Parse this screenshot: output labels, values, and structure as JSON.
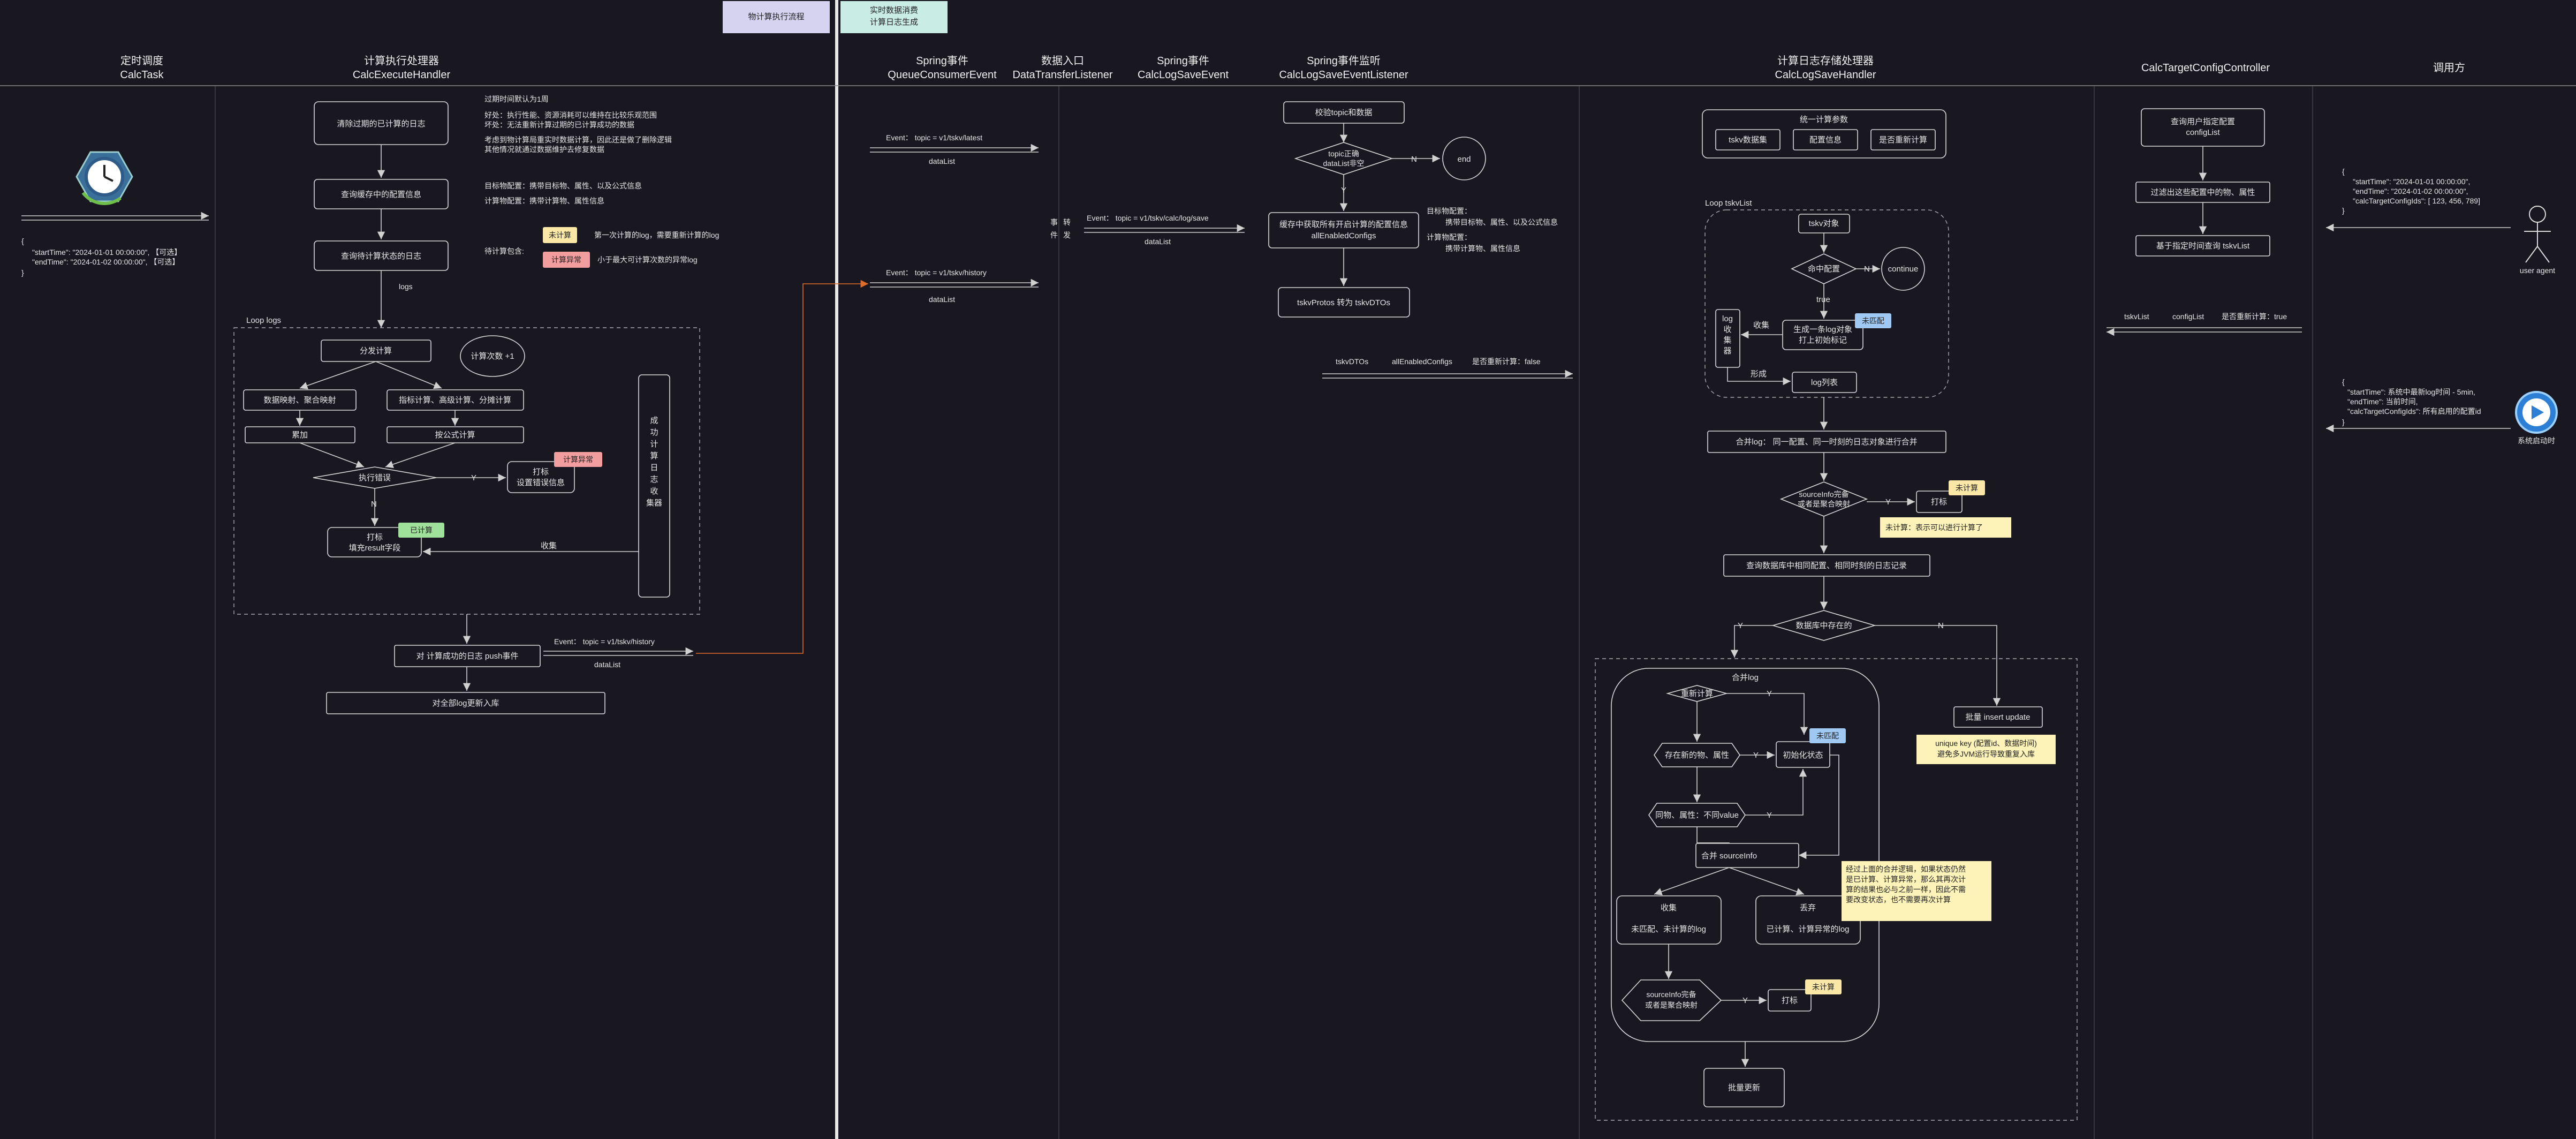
{
  "tags": {
    "calc_flow": "物计算执行流程",
    "realtime_1": "实时数据消费",
    "realtime_2": "计算日志生成"
  },
  "lanes": [
    {
      "cn": "定时调度",
      "en": "CalcTask"
    },
    {
      "cn": "计算执行处理器",
      "en": "CalcExecuteHandler"
    },
    {
      "cn": "Spring事件",
      "en": "QueueConsumerEvent"
    },
    {
      "cn": "数据入口",
      "en": "DataTransferListener"
    },
    {
      "cn": "Spring事件",
      "en": "CalcLogSaveEvent"
    },
    {
      "cn": "Spring事件监听",
      "en": "CalcLogSaveEventListener"
    },
    {
      "cn": "计算日志存储处理器",
      "en": "CalcLogSaveHandler"
    },
    {
      "cn": "",
      "en": "CalcTargetConfigController"
    },
    {
      "cn": "调用方",
      "en": ""
    }
  ],
  "calctask": {
    "params": [
      "{",
      "\"startTime\": \"2024-01-01 00:00:00\",  【可选】",
      "\"endTime\": \"2024-01-02 00:00:00\",  【可选】",
      "}"
    ]
  },
  "handler": {
    "clean_expired": "清除过期的已计算的日志",
    "query_config": "查询缓存中的配置信息",
    "query_pending": "查询待计算状态的日志",
    "logs_label": "logs",
    "notes": [
      "过期时间默认为1周",
      "好处：执行性能、资源消耗可以维持在比较乐观范围",
      "坏处：无法重新计算过期的已计算成功的数据",
      "考虑到物计算局重实时数据计算，因此还是做了删除逻辑",
      "其他情况就通过数据维护去修复数据",
      "目标物配置：携带目标物、属性、以及公式信息",
      "计算物配置：携带计算物、属性信息",
      "待计算包含:",
      "第一次计算的log，需要重新计算的log",
      "小于最大可计算次数的异常log"
    ],
    "badge_uncalc": "未计算",
    "badge_error": "计算异常",
    "badge_done": "已计算",
    "loop_label": "Loop logs",
    "split": "分发计算",
    "count": "计算次数 +1",
    "map_agg": "数据映射、聚合映射",
    "metric_calc": "指标计算、高级计算、分摊计算",
    "accumulate": "累加",
    "formula": "按公式计算",
    "exec_error": "执行错误",
    "yes": "Y",
    "no": "N",
    "mark_error_1": "打标",
    "mark_error_2": "设置错误信息",
    "fill_1": "打标",
    "fill_2": "填充result字段",
    "collector": [
      "成",
      "功",
      "计",
      "算",
      "日",
      "志",
      "收",
      "集器"
    ],
    "collect": "收集",
    "push": "对 计算成功的日志 push事件",
    "event_history": "Event：  topic = v1/tskv/history",
    "datalist": "dataList",
    "batch_update": "对全部log更新入库"
  },
  "consumer": {
    "event_latest": "Event：  topic = v1/tskv/latest",
    "event_history": "Event：  topic = v1/tskv/history",
    "datalist": "dataList"
  },
  "transfer": {
    "chars": [
      "事",
      "转",
      "件",
      "发"
    ],
    "event_save": "Event：  topic = v1/tskv/calc/log/save",
    "datalist": "dataList"
  },
  "listener": {
    "validate": "校验topic和数据",
    "topic_valid_1": "topic正确",
    "topic_valid_2": "dataList非空",
    "no": "N",
    "yes": "Y",
    "end": "end",
    "cache_1": "缓存中获取所有开启计算的配置信息",
    "cache_2": "allEnabledConfigs",
    "note_target_1": "目标物配置：",
    "note_target_2": "携带目标物、属性、以及公式信息",
    "note_calc_1": "计算物配置：",
    "note_calc_2": "携带计算物、属性信息",
    "convert": "tskvProtos 转为 tskvDTOs",
    "dtos": "tskvDTOs",
    "configs": "allEnabledConfigs",
    "recalc": "是否重新计算：false"
  },
  "store": {
    "unified": "统一计算参数",
    "params": [
      "tskv数据集",
      "配置信息",
      "是否重新计算"
    ],
    "loop_label": "Loop tskvList",
    "tskv_obj": "tskv对象",
    "hit": "命中配置",
    "n": "N",
    "y": "Y",
    "continue": "continue",
    "true": "true",
    "gen_1": "生成一条log对象",
    "gen_2": "打上初始标记",
    "badge_unmatched": "未匹配",
    "collector": [
      "log",
      "收",
      "集",
      "器"
    ],
    "collect": "收集",
    "form": "形成",
    "log_list": "log列表",
    "merge": "合并log：  同一配置、同一时刻的日志对象进行合并",
    "source_1": "sourceInfo完备",
    "source_2": "或者是聚合映射",
    "source_2b": "或者是聚合映射",
    "mark": "打标",
    "note_uncalc": "未计算：表示可以进行计算了",
    "query_db": "查询数据库中相同配置、相同时刻的日志记录",
    "exists": "数据库中存在的",
    "batch_insert": "批量 insert update",
    "unique_1": "unique key (配置id、数据时间)",
    "unique_2": "避免多JVM运行导致重复入库",
    "merge_title": "合并log",
    "recalc": "重新计算",
    "new_target": "存在新的物、属性",
    "init_state": "初始化状态",
    "same_target": "同物、属性：不同value",
    "merge_source": "合并 sourceInfo",
    "collect_desc": "未匹配、未计算的log",
    "discard": "丢弃",
    "discard_desc": "已计算、计算异常的log",
    "batch_update": "批量更新",
    "merge_note": [
      "经过上面的合并逻辑，如果状态仍然",
      "是已计算、计算异常，那么其再次计",
      "算的结果也必与之前一样，因此不需",
      "要改变状态，也不需要再次计算",
      ""
    ]
  },
  "controller": {
    "query_1": "查询用户指定配置",
    "query_2": "configList",
    "filter": "过滤出这些配置中的物、属性",
    "query_tskv": "基于指定时间查询 tskvList",
    "r_list": "tskvList",
    "r_config": "configList",
    "r_recalc": "是否重新计算：true"
  },
  "caller": {
    "params": [
      "{",
      "\"startTime\": \"2024-01-01 00:00:00\",",
      "\"endTime\": \"2024-01-02 00:00:00\",",
      "\"calcTargetConfigIds\": [ 123, 456, 789]",
      "}"
    ],
    "user_agent": "user agent",
    "sys": [
      "{",
      "\"startTime\": 系统中最新log时间 - 5min,",
      "\"endTime\": 当前时间,",
      "\"calcTargetConfigIds\": 所有启用的配置id",
      "}"
    ],
    "system_start": "系统启动时"
  }
}
